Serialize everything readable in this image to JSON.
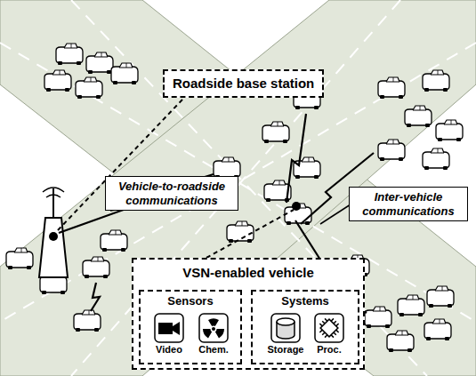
{
  "diagram": {
    "nodes": [
      {
        "text": [
          "Roadside base station"
        ]
      },
      {
        "text": [
          "Vehicle-to-roadside communications"
        ]
      },
      {
        "text": [
          "Inter-vehicle communications"
        ]
      },
      {
        "text": [
          "VSN-enabled vehicle"
        ]
      },
      {
        "text": [
          "Sensors"
        ],
        "in": 3
      },
      {
        "text": [
          "Video"
        ],
        "in": 4
      },
      {
        "text": [
          "Chem."
        ],
        "in": 4
      },
      {
        "text": [
          "Systems"
        ],
        "in": 3
      },
      {
        "text": [
          "Storage"
        ],
        "in": 7
      },
      {
        "text": [
          "Proc."
        ],
        "in": 7
      }
    ]
  }
}
